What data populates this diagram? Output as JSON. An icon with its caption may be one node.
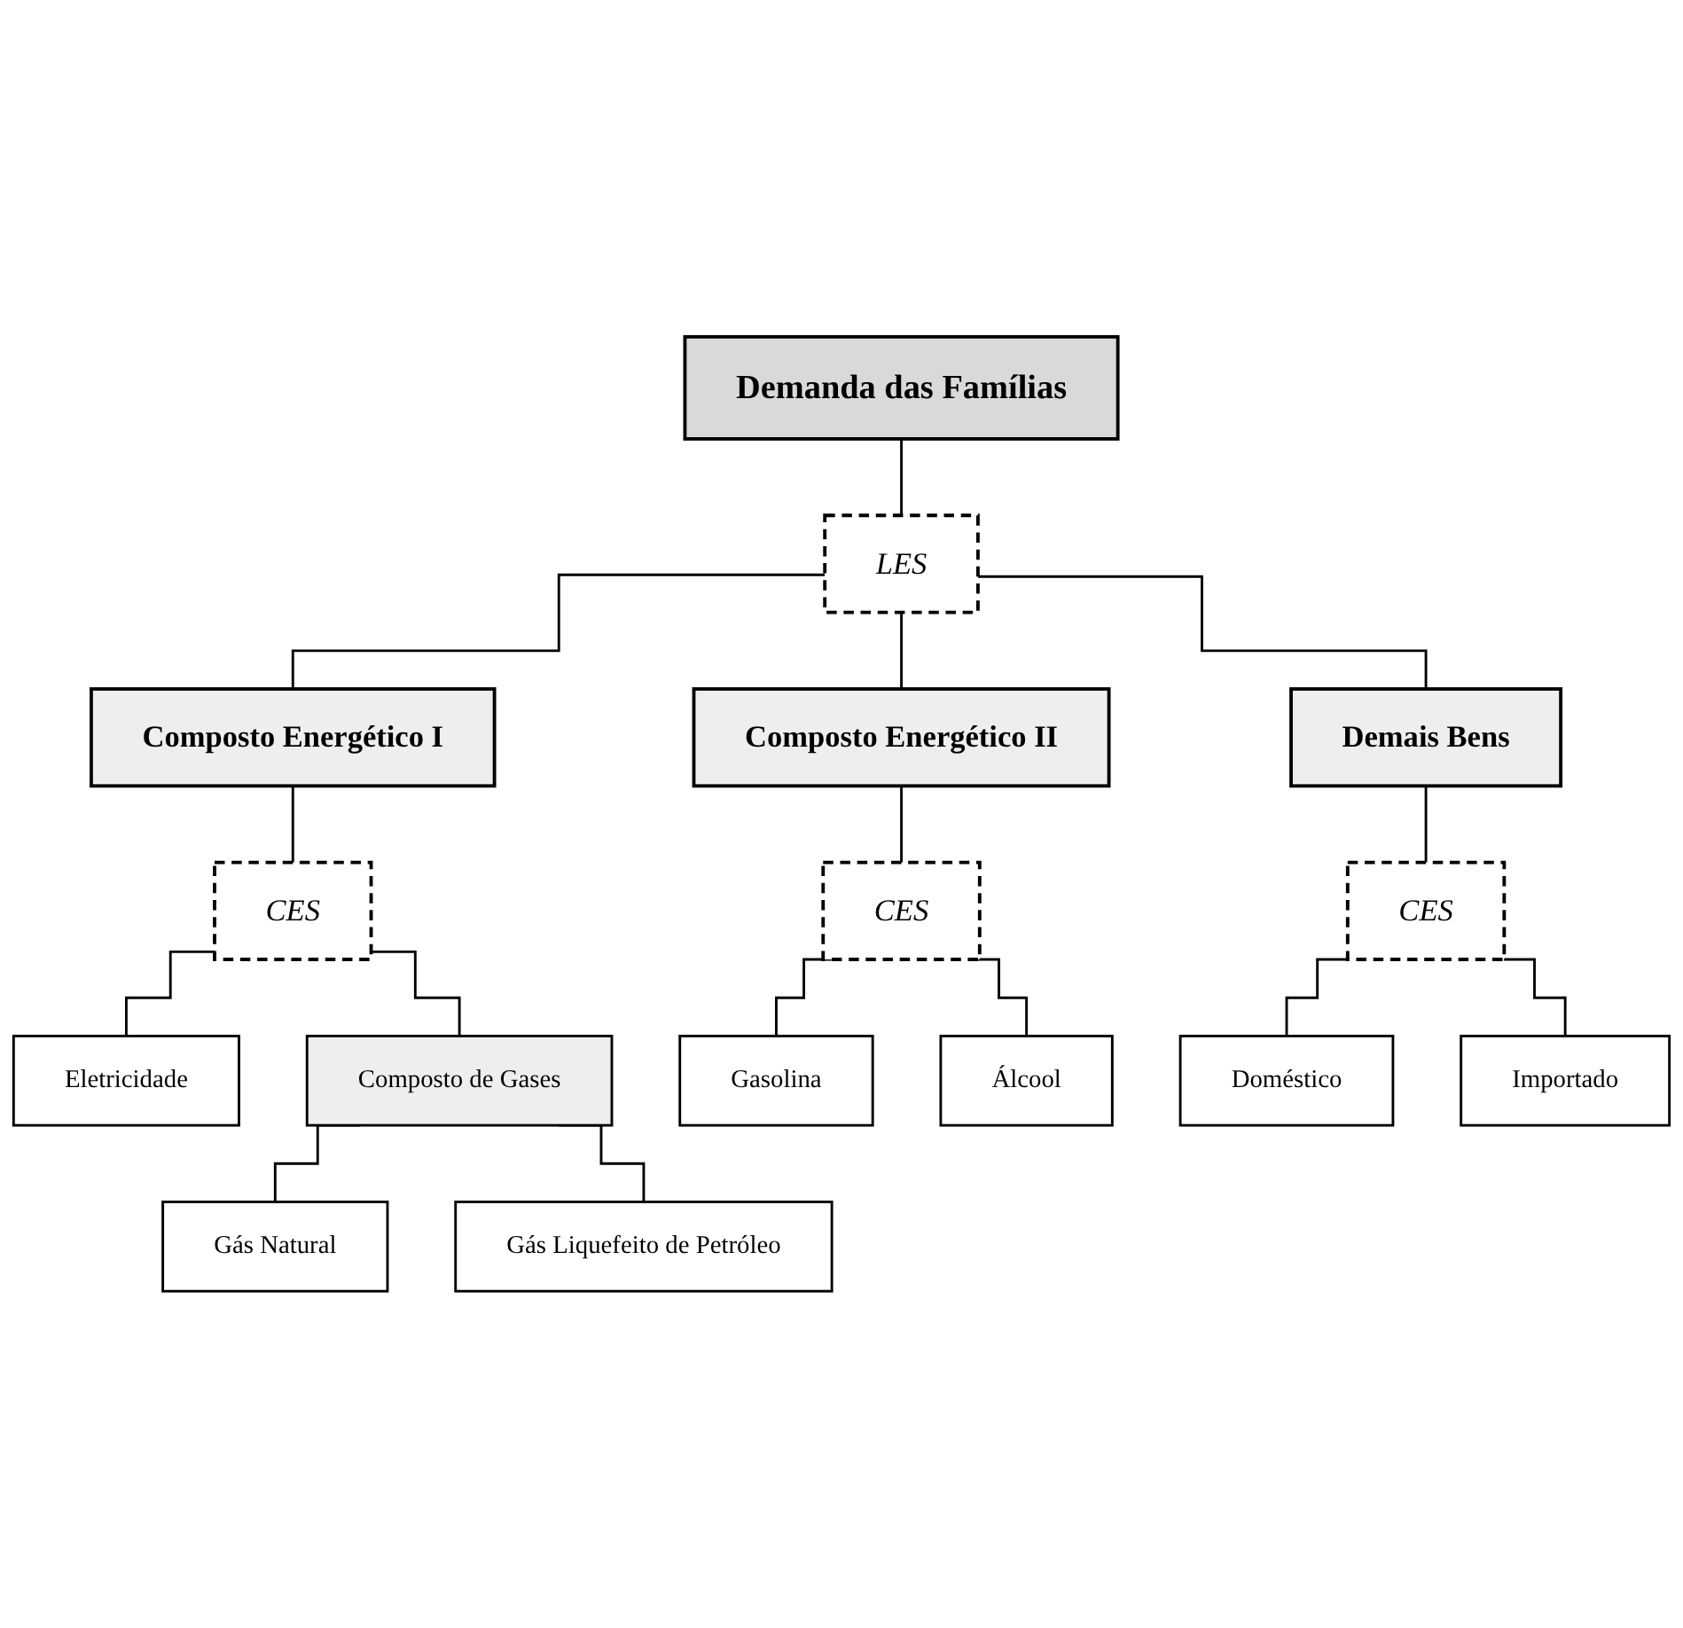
{
  "diagram": {
    "nodes": [
      {
        "text": [
          "Demanda das Famílias"
        ]
      },
      {
        "text": [
          "LES"
        ]
      },
      {
        "text": [
          "Composto Energético I"
        ]
      },
      {
        "text": [
          "Composto Energético II"
        ]
      },
      {
        "text": [
          "Demais Bens"
        ]
      },
      {
        "text": [
          "CES"
        ]
      },
      {
        "text": [
          "CES"
        ]
      },
      {
        "text": [
          "CES"
        ]
      },
      {
        "text": [
          "Eletricidade"
        ]
      },
      {
        "text": [
          "Composto de Gases"
        ]
      },
      {
        "text": [
          "Gasolina"
        ]
      },
      {
        "text": [
          "Álcool"
        ]
      },
      {
        "text": [
          "Doméstico"
        ]
      },
      {
        "text": [
          "Importado"
        ]
      },
      {
        "text": [
          "Gás Natural"
        ]
      },
      {
        "text": [
          "Gás Liquefeito de Petróleo"
        ]
      }
    ],
    "edges": [
      {
        "from": 0,
        "to": 1,
        "arrow": "none"
      },
      {
        "from": 1,
        "to": 2,
        "arrow": "none"
      },
      {
        "from": 1,
        "to": 3,
        "arrow": "none"
      },
      {
        "from": 1,
        "to": 4,
        "arrow": "none"
      },
      {
        "from": 2,
        "to": 5,
        "arrow": "none"
      },
      {
        "from": 3,
        "to": 6,
        "arrow": "none"
      },
      {
        "from": 4,
        "to": 7,
        "arrow": "none"
      },
      {
        "from": 5,
        "to": 8,
        "arrow": "none"
      },
      {
        "from": 5,
        "to": 9,
        "arrow": "none"
      },
      {
        "from": 6,
        "to": 10,
        "arrow": "none"
      },
      {
        "from": 6,
        "to": 11,
        "arrow": "none"
      },
      {
        "from": 7,
        "to": 12,
        "arrow": "none"
      },
      {
        "from": 7,
        "to": 13,
        "arrow": "none"
      },
      {
        "from": 9,
        "to": 14,
        "arrow": "none"
      },
      {
        "from": 9,
        "to": 15,
        "arrow": "none"
      }
    ]
  }
}
